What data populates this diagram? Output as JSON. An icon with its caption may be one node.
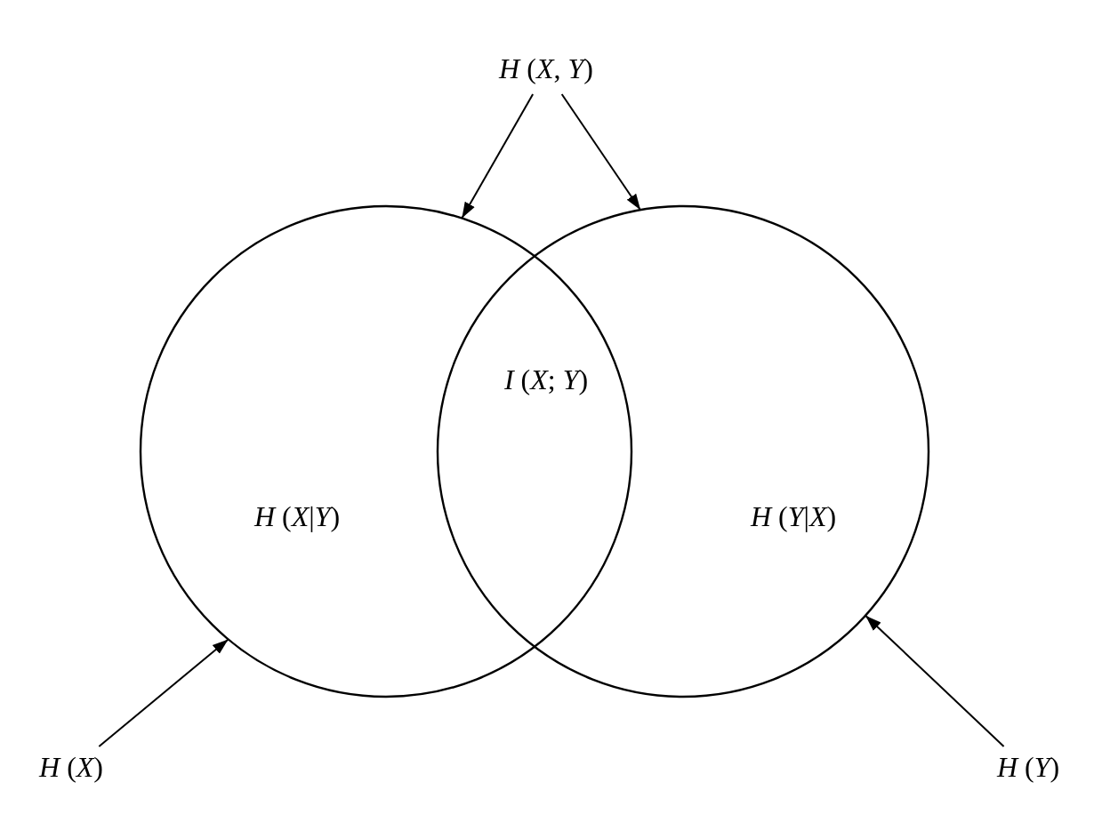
{
  "diagram": {
    "nodes": [
      {
        "text": [
          "*H* (*X*, *Y*)"
        ]
      },
      {
        "text": [],
        "shape": "circle"
      },
      {
        "text": [],
        "shape": "circle"
      },
      {
        "text": [
          "*H* (*X*)"
        ]
      },
      {
        "text": [
          "*H* (*Y*)"
        ]
      }
    ],
    "edges": [
      {
        "from": 0,
        "to": 1,
        "arrow": "to"
      },
      {
        "from": 0,
        "to": 2,
        "arrow": "to"
      },
      {
        "from": 3,
        "to": 1,
        "arrow": "to"
      },
      {
        "from": 4,
        "to": 2,
        "arrow": "to"
      }
    ],
    "labels": [
      "*I* (*X*; *Y*)",
      "*H* (*X*|*Y*)",
      "*H* (*Y*|*X*)"
    ]
  }
}
